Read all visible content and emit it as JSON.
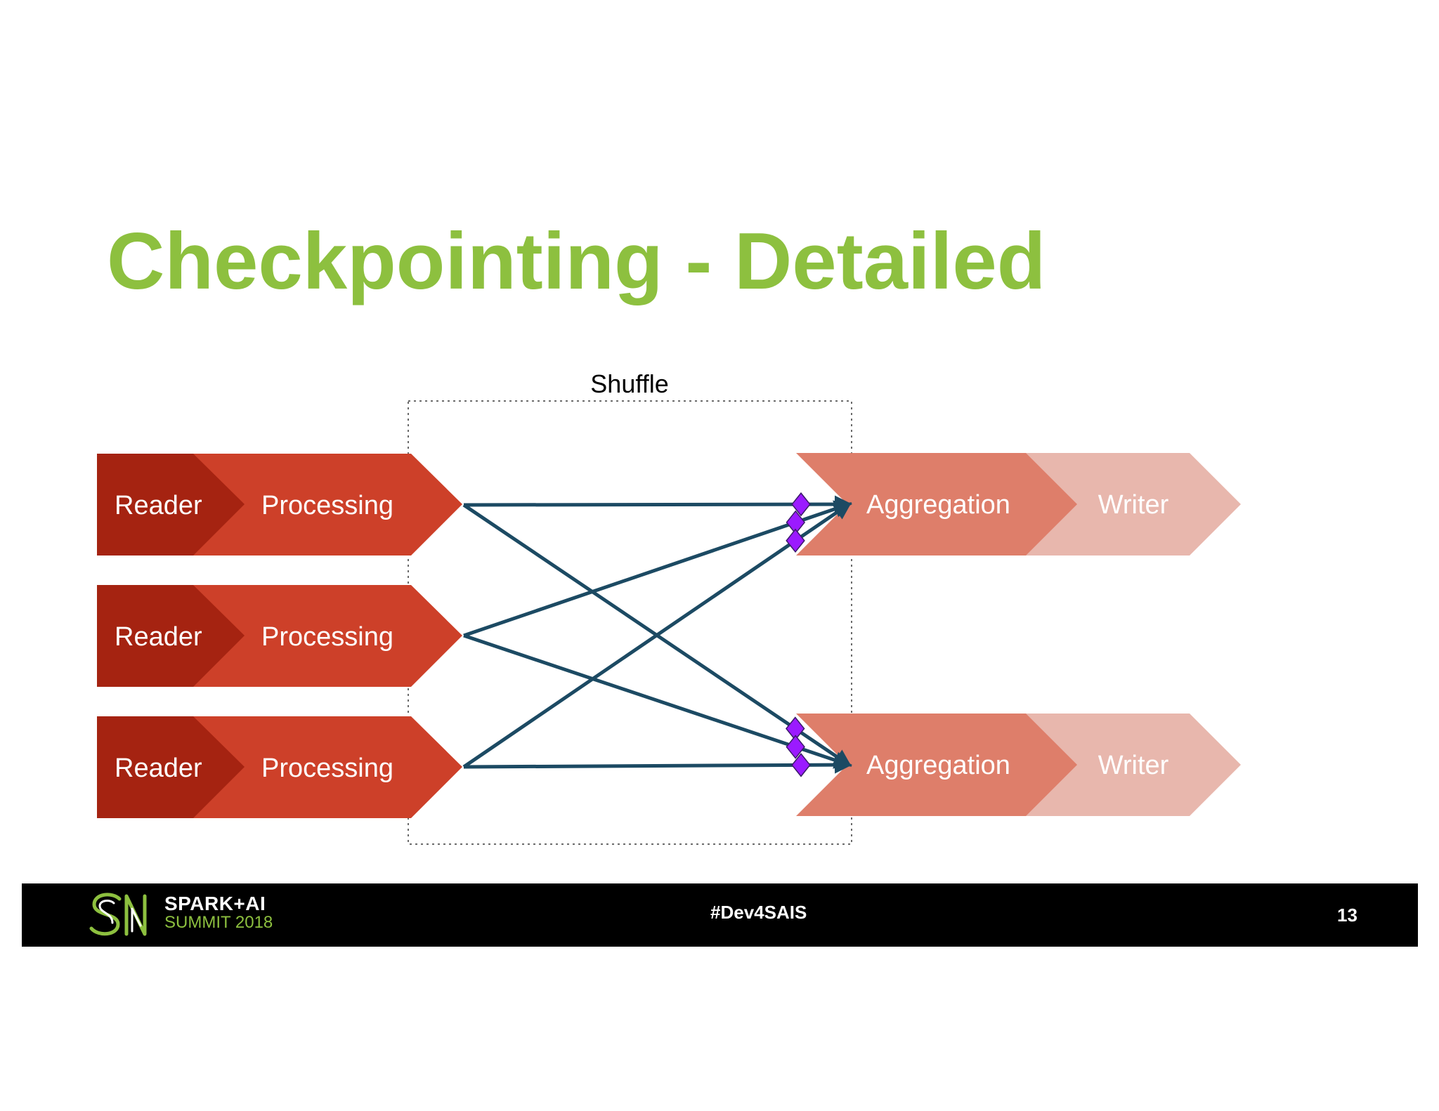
{
  "slide": {
    "title": "Checkpointing - Detailed",
    "shuffle_label": "Shuffle"
  },
  "readers": [
    {
      "reader_label": "Reader",
      "processing_label": "Processing"
    },
    {
      "reader_label": "Reader",
      "processing_label": "Processing"
    },
    {
      "reader_label": "Reader",
      "processing_label": "Processing"
    }
  ],
  "aggregators": [
    {
      "aggregation_label": "Aggregation",
      "writer_label": "Writer"
    },
    {
      "aggregation_label": "Aggregation",
      "writer_label": "Writer"
    }
  ],
  "shuffle_edges": [
    {
      "from": 0,
      "to": 0
    },
    {
      "from": 0,
      "to": 1
    },
    {
      "from": 1,
      "to": 0
    },
    {
      "from": 1,
      "to": 1
    },
    {
      "from": 2,
      "to": 0
    },
    {
      "from": 2,
      "to": 1
    }
  ],
  "footer": {
    "logo_line1": "SPARK+AI",
    "logo_line2": "SUMMIT 2018",
    "hashtag": "#Dev4SAIS",
    "page_number": "13"
  },
  "colors": {
    "title": "#8dc03f",
    "reader": "#a52311",
    "processing": "#cd4029",
    "aggregation": "#de7e6a",
    "writer": "#e8b7ad",
    "arrow": "#1c4a63",
    "checkpoint_marker": "#9b1aff",
    "footer_bg": "#000000"
  }
}
